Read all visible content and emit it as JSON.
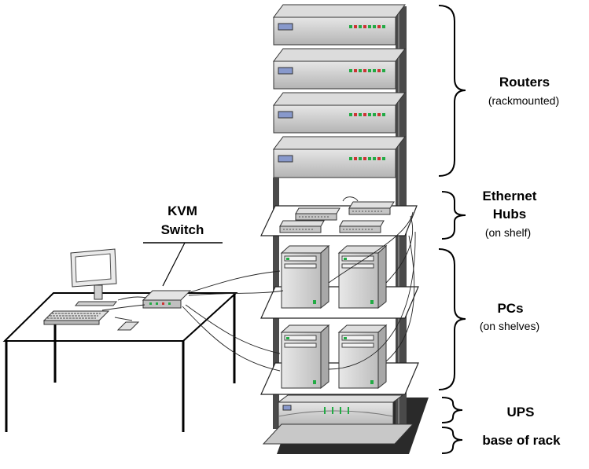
{
  "labels": {
    "routers": "Routers",
    "routers_sub": "(rackmounted)",
    "hubs_1": "Ethernet",
    "hubs_2": "Hubs",
    "hubs_sub": "(on shelf)",
    "pcs": "PCs",
    "pcs_sub": "(on shelves)",
    "ups": "UPS",
    "base": "base of rack",
    "kvm_1": "KVM",
    "kvm_2": "Switch"
  },
  "colors": {
    "metal": "#c8c8c8",
    "metal_dark": "#9a9a9a",
    "pole": "#4a4a4a",
    "shadow": "#2a2a2a",
    "led_green": "#22aa44",
    "led_red": "#cc3333",
    "badge_blue": "#8899cc"
  }
}
